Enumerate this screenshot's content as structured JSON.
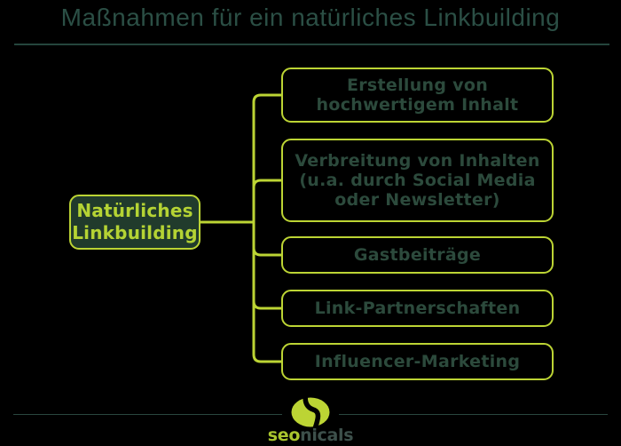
{
  "title": "Maßnahmen für ein natürliches Linkbuilding",
  "root": {
    "lines": [
      "Natürliches",
      "Linkbuilding"
    ]
  },
  "branches": [
    {
      "lines": [
        "Erstellung von",
        "hochwertigem Inhalt"
      ]
    },
    {
      "lines": [
        "Verbreitung von Inhalten",
        "(u.a. durch Social Media",
        "oder Newsletter)"
      ]
    },
    {
      "lines": [
        "Gastbeiträge"
      ]
    },
    {
      "lines": [
        "Link-Partnerschaften"
      ]
    },
    {
      "lines": [
        "Influencer-Marketing"
      ]
    }
  ],
  "footer": {
    "brand_prefix": "seo",
    "brand_suffix": "nicals",
    "logo_icon": "seonicals-s-leaf-icon"
  },
  "colors": {
    "background": "#000000",
    "accent": "#bcd434",
    "title_text": "#2b4f45",
    "rule": "#24453c",
    "node_text": "#2c4a3c",
    "root_fill": "#213b2c",
    "root_text": "#b5d334",
    "footer_rule": "#2a473f",
    "brand_prefix": "#a9c52e",
    "brand_suffix": "#3d504b"
  }
}
